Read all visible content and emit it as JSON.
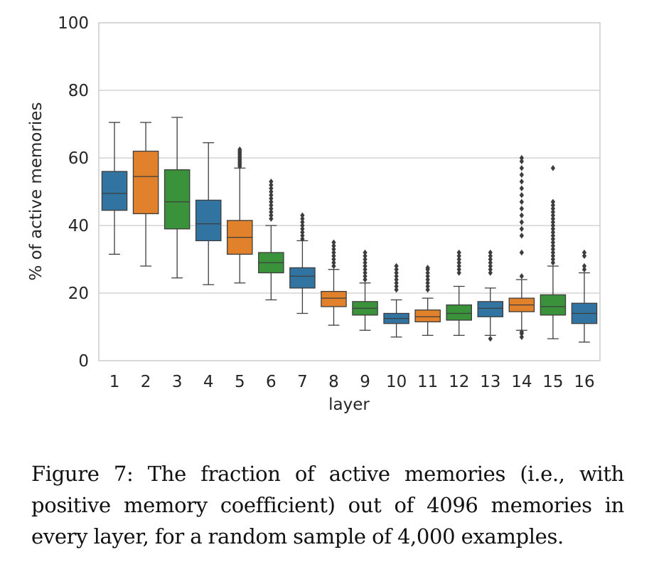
{
  "caption": "Figure 7: The fraction of active memories (i.e., with positive memory coefficient) out of 4096 memories in every layer, for a random sample of 4,000 examples.",
  "chart_data": {
    "type": "box",
    "xlabel": "layer",
    "ylabel": "% of active memories",
    "ylim": [
      0,
      100
    ],
    "yticks": [
      0,
      20,
      40,
      60,
      80,
      100
    ],
    "grid": "horizontal",
    "categories": [
      "1",
      "2",
      "3",
      "4",
      "5",
      "6",
      "7",
      "8",
      "9",
      "10",
      "11",
      "12",
      "13",
      "14",
      "15",
      "16"
    ],
    "colors": [
      "#3274a1",
      "#e1812c",
      "#3a923a"
    ],
    "boxes": [
      {
        "layer": "1",
        "min": 31.5,
        "q1": 44.5,
        "median": 49.5,
        "q3": 56,
        "max": 70.5,
        "outliers": []
      },
      {
        "layer": "2",
        "min": 28,
        "q1": 43.5,
        "median": 54.5,
        "q3": 62,
        "max": 70.5,
        "outliers": []
      },
      {
        "layer": "3",
        "min": 24.5,
        "q1": 39,
        "median": 47,
        "q3": 56.5,
        "max": 72,
        "outliers": []
      },
      {
        "layer": "4",
        "min": 22.5,
        "q1": 35.5,
        "median": 40.5,
        "q3": 47.5,
        "max": 64.5,
        "outliers": []
      },
      {
        "layer": "5",
        "min": 23,
        "q1": 31.5,
        "median": 36.5,
        "q3": 41.5,
        "max": 57,
        "outliers": [
          57.5,
          58,
          58.5,
          59,
          59.5,
          60,
          60.5,
          61,
          61.5,
          62,
          62.5
        ]
      },
      {
        "layer": "6",
        "min": 18,
        "q1": 26,
        "median": 29,
        "q3": 32,
        "max": 40,
        "outliers": [
          42,
          43,
          44,
          45,
          46,
          47,
          48,
          49,
          50,
          51,
          52,
          53
        ]
      },
      {
        "layer": "7",
        "min": 14,
        "q1": 21.5,
        "median": 25,
        "q3": 27.5,
        "max": 35.5,
        "outliers": [
          36,
          37,
          38,
          39,
          40,
          41,
          42,
          43
        ]
      },
      {
        "layer": "8",
        "min": 10.5,
        "q1": 16,
        "median": 18.5,
        "q3": 20.5,
        "max": 27,
        "outliers": [
          28,
          29,
          30,
          31,
          32,
          33,
          34,
          35
        ]
      },
      {
        "layer": "9",
        "min": 9,
        "q1": 13.5,
        "median": 15.5,
        "q3": 17.5,
        "max": 23,
        "outliers": [
          24,
          25,
          26,
          27,
          28,
          29,
          30,
          31,
          32
        ]
      },
      {
        "layer": "10",
        "min": 7,
        "q1": 11,
        "median": 12.5,
        "q3": 14,
        "max": 18,
        "outliers": [
          21,
          22,
          23,
          24,
          25,
          26,
          27,
          28
        ]
      },
      {
        "layer": "11",
        "min": 7.5,
        "q1": 11.5,
        "median": 13,
        "q3": 15,
        "max": 18.5,
        "outliers": [
          21,
          22,
          23,
          24,
          25,
          26,
          27,
          27.5
        ]
      },
      {
        "layer": "12",
        "min": 7.5,
        "q1": 12,
        "median": 14,
        "q3": 16.5,
        "max": 22,
        "outliers": [
          26,
          27,
          28,
          29,
          30,
          31,
          32
        ]
      },
      {
        "layer": "13",
        "min": 7.5,
        "q1": 13,
        "median": 15.5,
        "q3": 17.5,
        "max": 21.5,
        "outliers": [
          6.5,
          26,
          27,
          28,
          29,
          30,
          31,
          32
        ]
      },
      {
        "layer": "14",
        "min": 9,
        "q1": 14.5,
        "median": 16.5,
        "q3": 18.5,
        "max": 24,
        "outliers": [
          7,
          8,
          8.5,
          25,
          32,
          37,
          39,
          41,
          43,
          45,
          47,
          49,
          51,
          53,
          55,
          57,
          59,
          60
        ]
      },
      {
        "layer": "15",
        "min": 6.5,
        "q1": 13.5,
        "median": 16,
        "q3": 19.5,
        "max": 28,
        "outliers": [
          29,
          30,
          31,
          32,
          33,
          34,
          35,
          36,
          37,
          38,
          39,
          40,
          41,
          42,
          43,
          44,
          45,
          46,
          47,
          57
        ]
      },
      {
        "layer": "16",
        "min": 5.5,
        "q1": 11,
        "median": 14,
        "q3": 17,
        "max": 26,
        "outliers": [
          27,
          28,
          31,
          32
        ]
      }
    ]
  }
}
